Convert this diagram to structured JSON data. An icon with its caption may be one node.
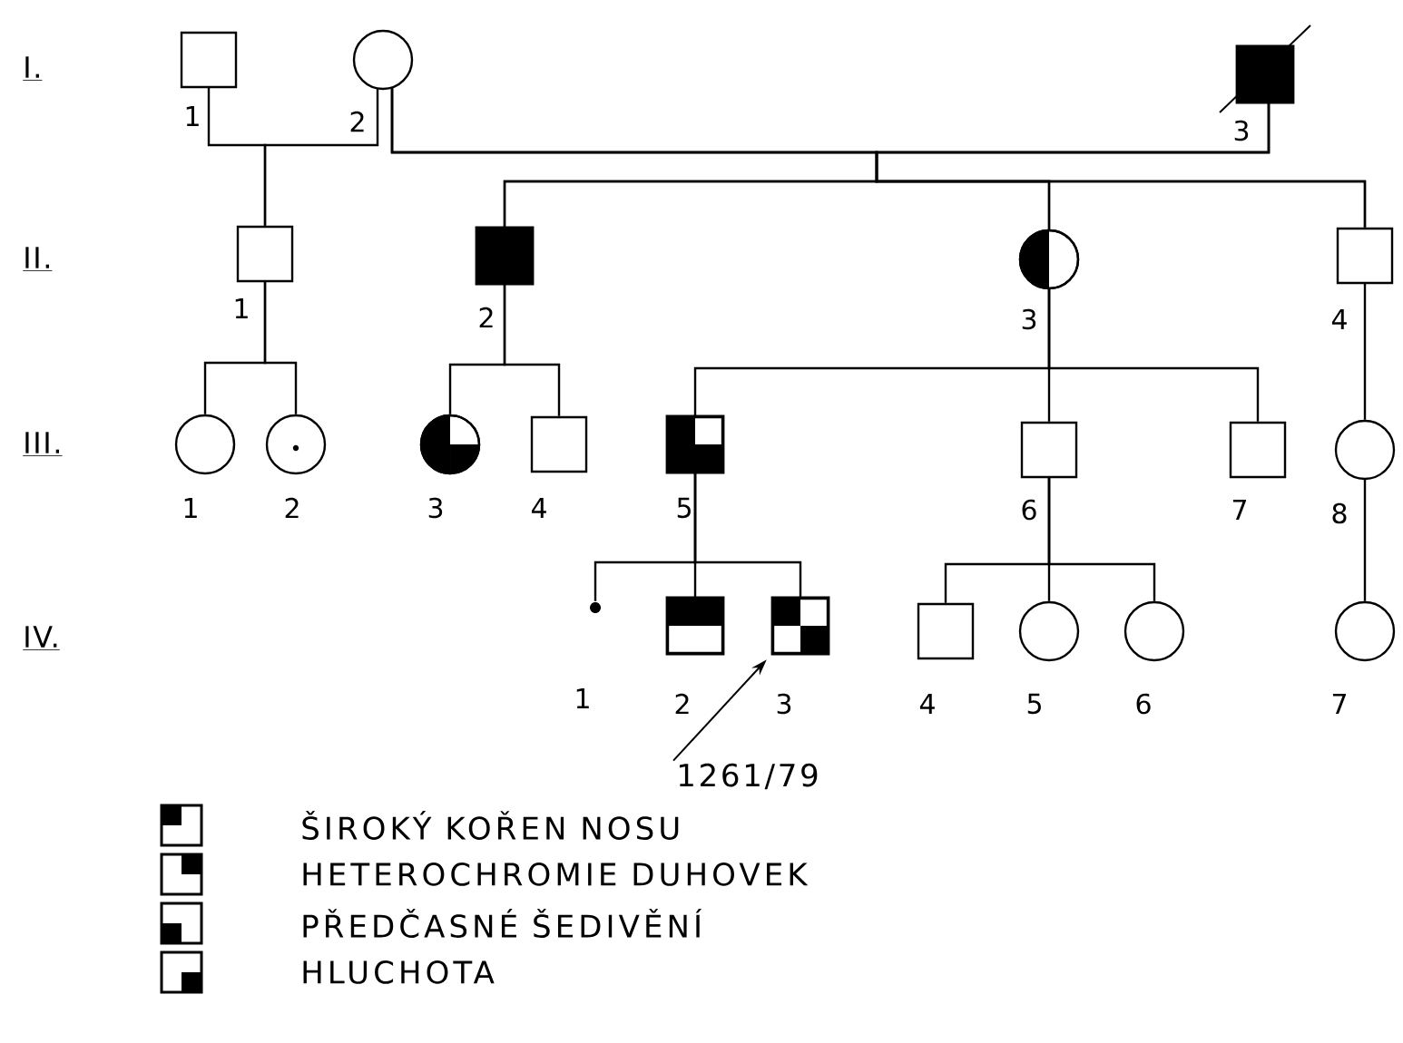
{
  "diagram": {
    "nodes": [
      {
        "text": [],
        "shape": "box",
        "beside": [
          "1"
        ]
      },
      {
        "text": [],
        "shape": "circle",
        "beside": [
          "2"
        ]
      },
      {
        "text": [],
        "shape": "box",
        "beside": [
          "3"
        ]
      },
      {
        "text": [],
        "shape": "box",
        "beside": [
          "1"
        ]
      },
      {
        "text": [],
        "shape": "box",
        "beside": [
          "2"
        ]
      },
      {
        "text": [],
        "shape": "circle",
        "beside": [
          "3"
        ]
      },
      {
        "text": [],
        "shape": "box",
        "beside": [
          "4"
        ]
      },
      {
        "text": [],
        "shape": "circle",
        "beside": [
          "1"
        ]
      },
      {
        "text": [],
        "shape": "circle",
        "beside": [
          "2"
        ]
      },
      {
        "text": [],
        "shape": "circle",
        "beside": [
          "3"
        ]
      },
      {
        "text": [],
        "shape": "box",
        "beside": [
          "4"
        ]
      },
      {
        "text": [],
        "shape": "box",
        "beside": [
          "5"
        ]
      },
      {
        "text": [],
        "shape": "box",
        "beside": [
          "6"
        ]
      },
      {
        "text": [],
        "shape": "box",
        "beside": [
          "7"
        ]
      },
      {
        "text": [],
        "shape": "circle",
        "beside": [
          "8"
        ]
      },
      {
        "text": [],
        "shape": "dot",
        "beside": [
          "1"
        ]
      },
      {
        "text": [],
        "shape": "box",
        "beside": [
          "2"
        ]
      },
      {
        "text": [],
        "shape": "box",
        "beside": [
          "3"
        ]
      },
      {
        "text": [],
        "shape": "box",
        "beside": [
          "4"
        ]
      },
      {
        "text": [],
        "shape": "circle",
        "beside": [
          "5"
        ]
      },
      {
        "text": [],
        "shape": "circle",
        "beside": [
          "6"
        ]
      },
      {
        "text": [],
        "shape": "circle",
        "beside": [
          "7"
        ]
      },
      {
        "text": [
          "1261/79"
        ]
      }
    ],
    "edges": [
      {
        "from": 0,
        "to": 3,
        "arrow": "none"
      },
      {
        "from": 1,
        "to": 3,
        "arrow": "none"
      },
      {
        "from": 1,
        "to": 4,
        "arrow": "none"
      },
      {
        "from": 2,
        "to": 4,
        "arrow": "none"
      },
      {
        "from": 1,
        "to": 5,
        "arrow": "none"
      },
      {
        "from": 2,
        "to": 5,
        "arrow": "none"
      },
      {
        "from": 1,
        "to": 6,
        "arrow": "none"
      },
      {
        "from": 2,
        "to": 6,
        "arrow": "none"
      },
      {
        "from": 3,
        "to": 7,
        "arrow": "none"
      },
      {
        "from": 3,
        "to": 8,
        "arrow": "none"
      },
      {
        "from": 4,
        "to": 9,
        "arrow": "none"
      },
      {
        "from": 4,
        "to": 10,
        "arrow": "none"
      },
      {
        "from": 5,
        "to": 11,
        "arrow": "none"
      },
      {
        "from": 5,
        "to": 12,
        "arrow": "none"
      },
      {
        "from": 5,
        "to": 13,
        "arrow": "none"
      },
      {
        "from": 6,
        "to": 14,
        "arrow": "none"
      },
      {
        "from": 11,
        "to": 15,
        "arrow": "none"
      },
      {
        "from": 11,
        "to": 16,
        "arrow": "none"
      },
      {
        "from": 11,
        "to": 17,
        "arrow": "none"
      },
      {
        "from": 12,
        "to": 18,
        "arrow": "none"
      },
      {
        "from": 12,
        "to": 19,
        "arrow": "none"
      },
      {
        "from": 12,
        "to": 20,
        "arrow": "none"
      },
      {
        "from": 14,
        "to": 21,
        "arrow": "none"
      },
      {
        "from": 22,
        "to": 17,
        "arrow": "to"
      }
    ],
    "labels": [
      "I.",
      "II.",
      "III.",
      "IV."
    ],
    "legend": [
      {
        "text": "ŠIROKÝ KOŘEN NOSU"
      },
      {
        "text": "HETEROCHROMIE DUHOVEK"
      },
      {
        "text": "PŘEDČASNÉ ŠEDIVĚNÍ"
      },
      {
        "text": "HLUCHOTA"
      }
    ]
  }
}
